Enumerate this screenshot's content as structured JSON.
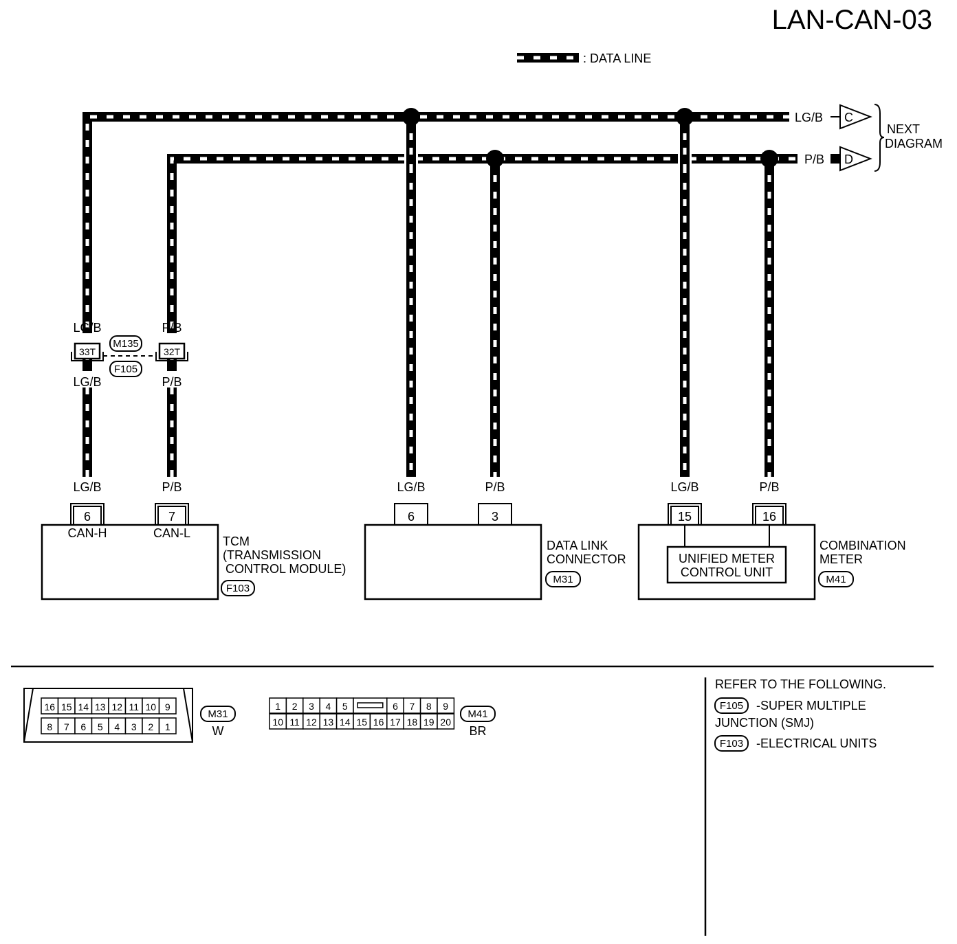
{
  "title": "LAN-CAN-03",
  "legend": {
    "label": ": DATA LINE"
  },
  "wires": {
    "can_h": "LG/B",
    "can_l": "P/B"
  },
  "next_diagram": {
    "label_line1": "NEXT",
    "label_line2": "DIAGRAM",
    "ref_c": "C",
    "ref_d": "D"
  },
  "joint_connector": {
    "pin_h": "33T",
    "pin_l": "32T",
    "ref_top": "M135",
    "ref_bottom": "F105"
  },
  "tcm": {
    "name_line1": "TCM",
    "name_line2": "(TRANSMISSION",
    "name_line3": "CONTROL MODULE)",
    "ref": "F103",
    "pin_h": "6",
    "pin_l": "7",
    "pin_h_label": "CAN-H",
    "pin_l_label": "CAN-L"
  },
  "data_link_connector": {
    "name_line1": "DATA LINK",
    "name_line2": "CONNECTOR",
    "ref": "M31",
    "pin_h": "6",
    "pin_l": "3"
  },
  "combination_meter": {
    "name_line1": "COMBINATION",
    "name_line2": "METER",
    "ref": "M41",
    "pin_h": "15",
    "pin_l": "16",
    "inner_line1": "UNIFIED METER",
    "inner_line2": "CONTROL UNIT"
  },
  "connector_views": {
    "m31": {
      "ref": "M31",
      "color": "W",
      "row1": [
        "16",
        "15",
        "14",
        "13",
        "12",
        "11",
        "10",
        "9"
      ],
      "row2": [
        "8",
        "7",
        "6",
        "5",
        "4",
        "3",
        "2",
        "1"
      ]
    },
    "m41": {
      "ref": "M41",
      "color": "BR",
      "row1_left": [
        "1",
        "2",
        "3",
        "4",
        "5"
      ],
      "row1_right": [
        "6",
        "7",
        "8",
        "9"
      ],
      "row2": [
        "10",
        "11",
        "12",
        "13",
        "14",
        "15",
        "16",
        "17",
        "18",
        "19",
        "20"
      ]
    }
  },
  "refer": {
    "heading": "REFER TO THE FOLLOWING.",
    "item1_ref": "F105",
    "item1_text_line1": "-SUPER MULTIPLE",
    "item1_text_line2": "JUNCTION (SMJ)",
    "item2_ref": "F103",
    "item2_text": "-ELECTRICAL UNITS"
  }
}
